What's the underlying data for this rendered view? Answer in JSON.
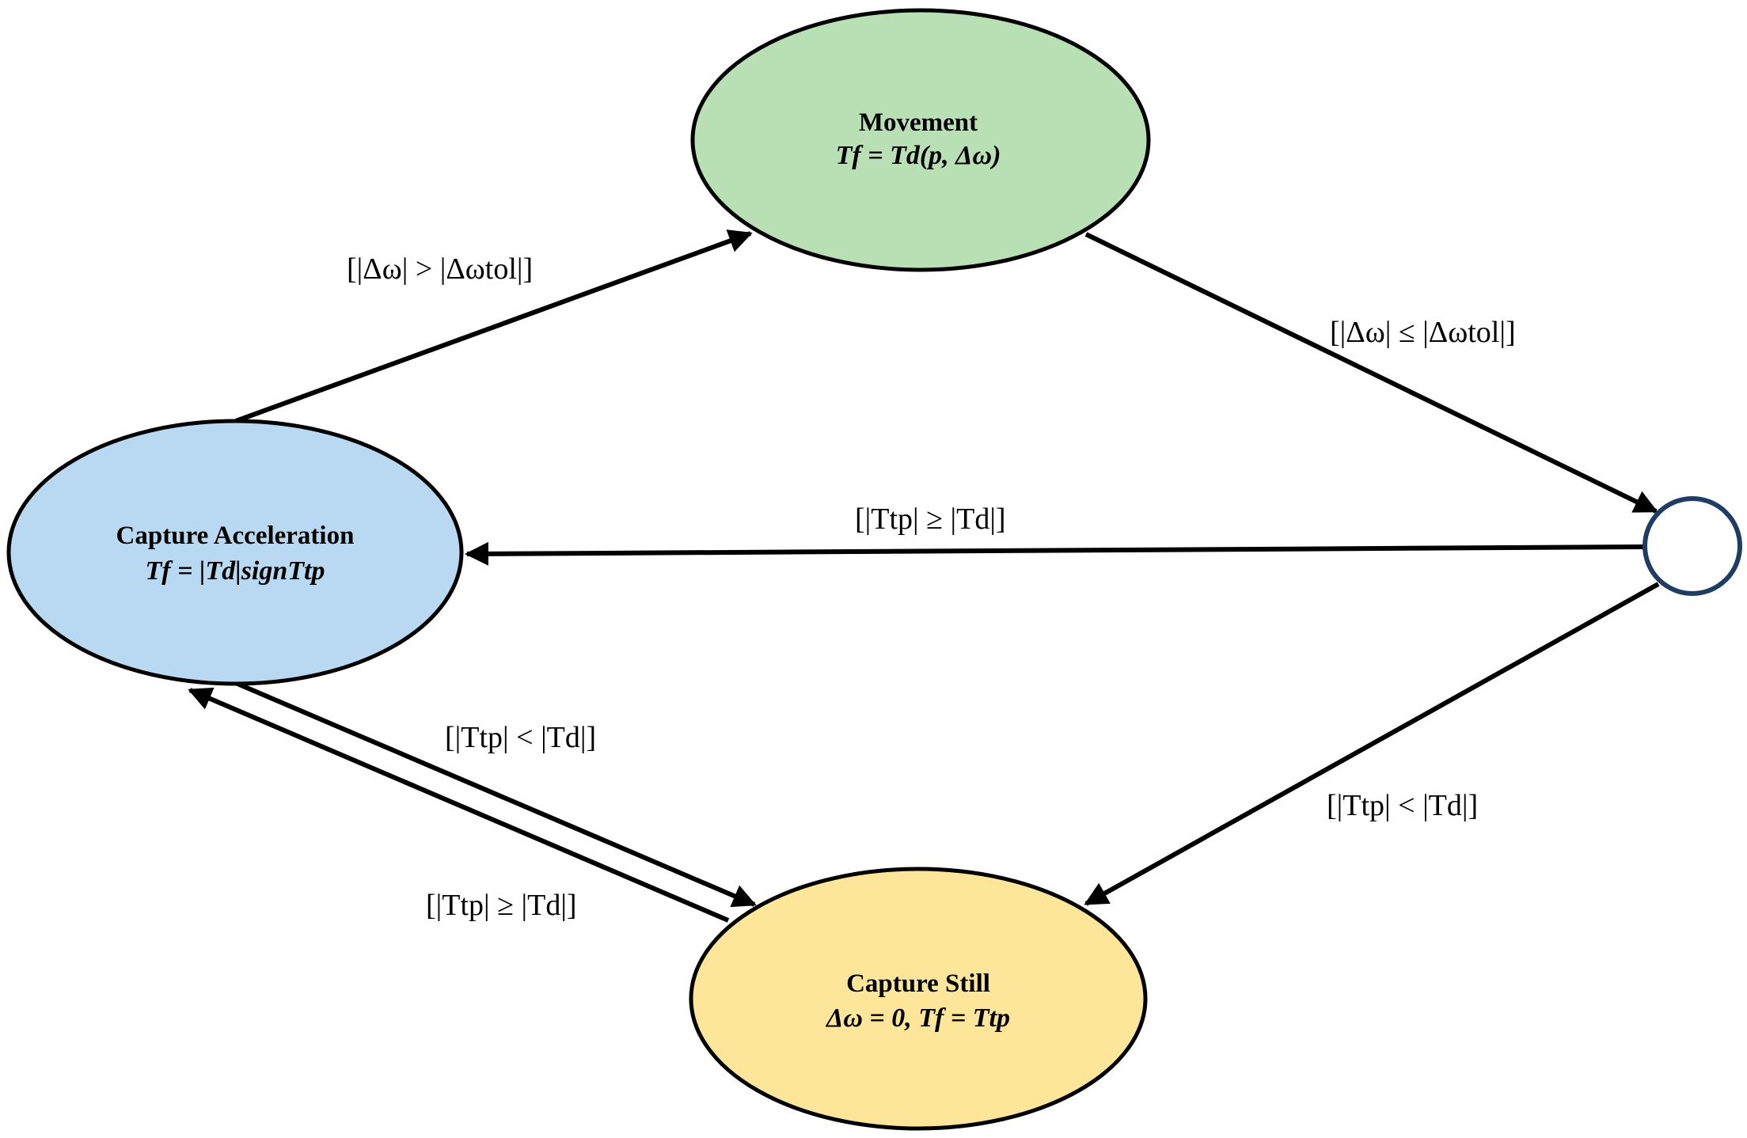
{
  "states": {
    "movement": {
      "title": "Movement",
      "equation": "Tf = Td(p, Δω)",
      "color": "#b9e0b5"
    },
    "capture_acceleration": {
      "title": "Capture Acceleration",
      "equation": "Tf = |Td|signTtp",
      "color": "#b8d9f1"
    },
    "capture_still": {
      "title": "Capture Still",
      "equation": "Δω = 0, Tf = Ttp",
      "color": "#fde699"
    },
    "junction": {
      "color": "#1f3c63"
    }
  },
  "guards": {
    "accel_to_movement": "[|Δω| > |Δωtol|]",
    "movement_to_junction": "[|Δω| ≤ |Δωtol|]",
    "junction_to_accel": "[|Ttp| ≥ |Td|]",
    "accel_to_still": "[|Ttp| < |Td|]",
    "still_to_accel": "[|Ttp| ≥ |Td|]",
    "junction_to_still": "[|Ttp| < |Td|]"
  }
}
